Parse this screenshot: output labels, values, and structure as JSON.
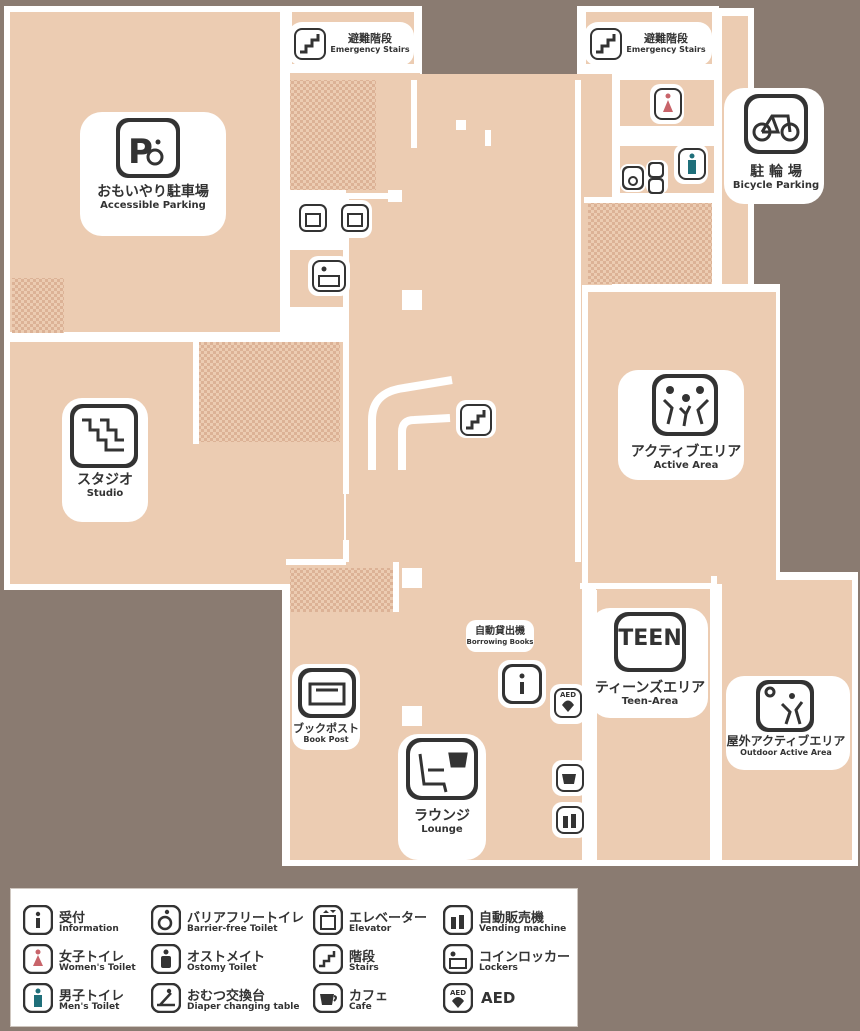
{
  "colors": {
    "floor": "#ecccb2",
    "wall": "#ffffff",
    "outside": "#8a7b71",
    "hatch": "#e7c0a6",
    "icon": "#333333",
    "women": "#c8646a",
    "men": "#1f6f7a"
  },
  "rooms": {
    "accessible_parking": {
      "jp": "おもいやり駐車場",
      "en": "Accessible Parking",
      "icon": "accessible-parking-icon"
    },
    "studio": {
      "jp": "スタジオ",
      "en": "Studio",
      "icon": "stairs-studio-icon"
    },
    "stairs_left": {
      "jp": "避難階段",
      "en": "Emergency Stairs",
      "icon": "stairs-icon"
    },
    "stairs_right": {
      "jp": "避難階段",
      "en": "Emergency Stairs",
      "icon": "stairs-icon"
    },
    "bicycle_parking": {
      "jp": "駐 輪 場",
      "en": "Bicycle Parking",
      "icon": "bicycle-icon"
    },
    "active_area": {
      "jp": "アクティブエリア",
      "en": "Active Area",
      "icon": "people-jumping-icon"
    },
    "teen_area": {
      "jp": "ティーンズエリア",
      "en": "Teen-Area",
      "badge": "TEEN"
    },
    "outdoor_active": {
      "jp": "屋外アクティブエリア",
      "en": "Outdoor Active Area",
      "icon": "outdoor-people-icon"
    },
    "borrowing": {
      "jp": "自動貸出機",
      "en": "Borrowing Books"
    },
    "book_post": {
      "jp": "ブックポスト",
      "en": "Book Post",
      "icon": "book-post-icon"
    },
    "lounge": {
      "jp": "ラウンジ",
      "en": "Lounge",
      "icon": "lounge-chair-icon"
    },
    "aed_small": "AED"
  },
  "legend": [
    {
      "jp": "受付",
      "en": "Information",
      "icon": "information-icon"
    },
    {
      "jp": "バリアフリートイレ",
      "en": "Barrier-free Toilet",
      "icon": "wheelchair-icon"
    },
    {
      "jp": "エレベーター",
      "en": "Elevator",
      "icon": "elevator-icon"
    },
    {
      "jp": "自動販売機",
      "en": "Vending machine",
      "icon": "vending-machine-icon"
    },
    {
      "jp": "女子トイレ",
      "en": "Women's Toilet",
      "icon": "women-toilet-icon"
    },
    {
      "jp": "オストメイト",
      "en": "Ostomy Toilet",
      "icon": "ostomy-icon"
    },
    {
      "jp": "階段",
      "en": "Stairs",
      "icon": "stairs-icon"
    },
    {
      "jp": "コインロッカー",
      "en": "Lockers",
      "icon": "locker-icon"
    },
    {
      "jp": "男子トイレ",
      "en": "Men's Toilet",
      "icon": "men-toilet-icon"
    },
    {
      "jp": "おむつ交換台",
      "en": "Diaper changing table",
      "icon": "diaper-table-icon"
    },
    {
      "jp": "カフェ",
      "en": "Cafe",
      "icon": "cafe-icon"
    },
    {
      "jp": "AED",
      "en": "",
      "icon": "aed-icon"
    }
  ]
}
